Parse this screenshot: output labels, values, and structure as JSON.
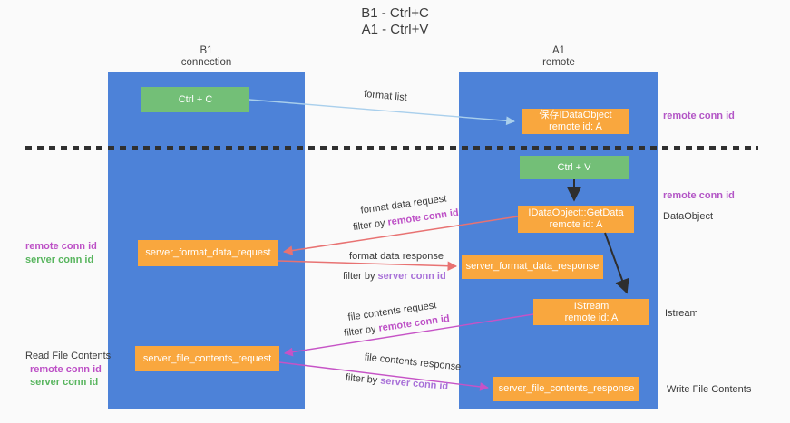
{
  "title": {
    "line1": "B1 - Ctrl+C",
    "line2": "A1 - Ctrl+V"
  },
  "lanes": {
    "left": {
      "h1": "B1",
      "h2": "connection"
    },
    "right": {
      "h1": "A1",
      "h2": "remote"
    }
  },
  "boxes": {
    "ctrl_c": "Ctrl + C",
    "ctrl_v": "Ctrl + V",
    "save_dataobject": {
      "line1": "保存IDataObject",
      "line2": "remote id: A"
    },
    "getdata": {
      "line1": "IDataObject::GetData",
      "line2": "remote id: A"
    },
    "istream": {
      "line1": "IStream",
      "line2": "remote id: A"
    },
    "format_request": "server_format_data_request",
    "format_response": "server_format_data_response",
    "file_request": "server_file_contents_request",
    "file_response": "server_file_contents_response"
  },
  "arrow_labels": {
    "format_list": "format list",
    "format_data_request": {
      "text": "format data request",
      "filter_prefix": "filter by ",
      "filter_key": "remote conn id"
    },
    "format_data_response": {
      "text": "format data response",
      "filter_prefix": "filter by ",
      "filter_key": "server conn id"
    },
    "file_contents_request": {
      "text": "file contents request",
      "filter_prefix": "filter by ",
      "filter_key": "remote conn id"
    },
    "file_contents_response": {
      "text": "file contents response",
      "filter_prefix": "filter by ",
      "filter_key": "server conn id"
    }
  },
  "side_labels": {
    "right_remote_conn_top": "remote conn id",
    "right_remote_conn_mid": "remote conn id",
    "dataobject": "DataObject",
    "istream": "Istream",
    "write_file": "Write File Contents",
    "left_remote_conn_mid": "remote conn id",
    "left_server_conn_mid": "server conn id",
    "read_file": "Read File Contents",
    "left_remote_conn_bottom": "remote conn id",
    "left_server_conn_bottom": "server conn id"
  },
  "colors": {
    "lane_blue": "#4d82d8",
    "box_green": "#73bf77",
    "box_orange": "#f9a73e",
    "arrow_light_blue": "#a9cfec",
    "arrow_red": "#e87272",
    "arrow_magenta": "#c653c6",
    "arrow_black": "#2e2e2e",
    "magenta_text": "#bd50c6",
    "violet_text": "#a870d8",
    "green_text": "#58b55e"
  }
}
